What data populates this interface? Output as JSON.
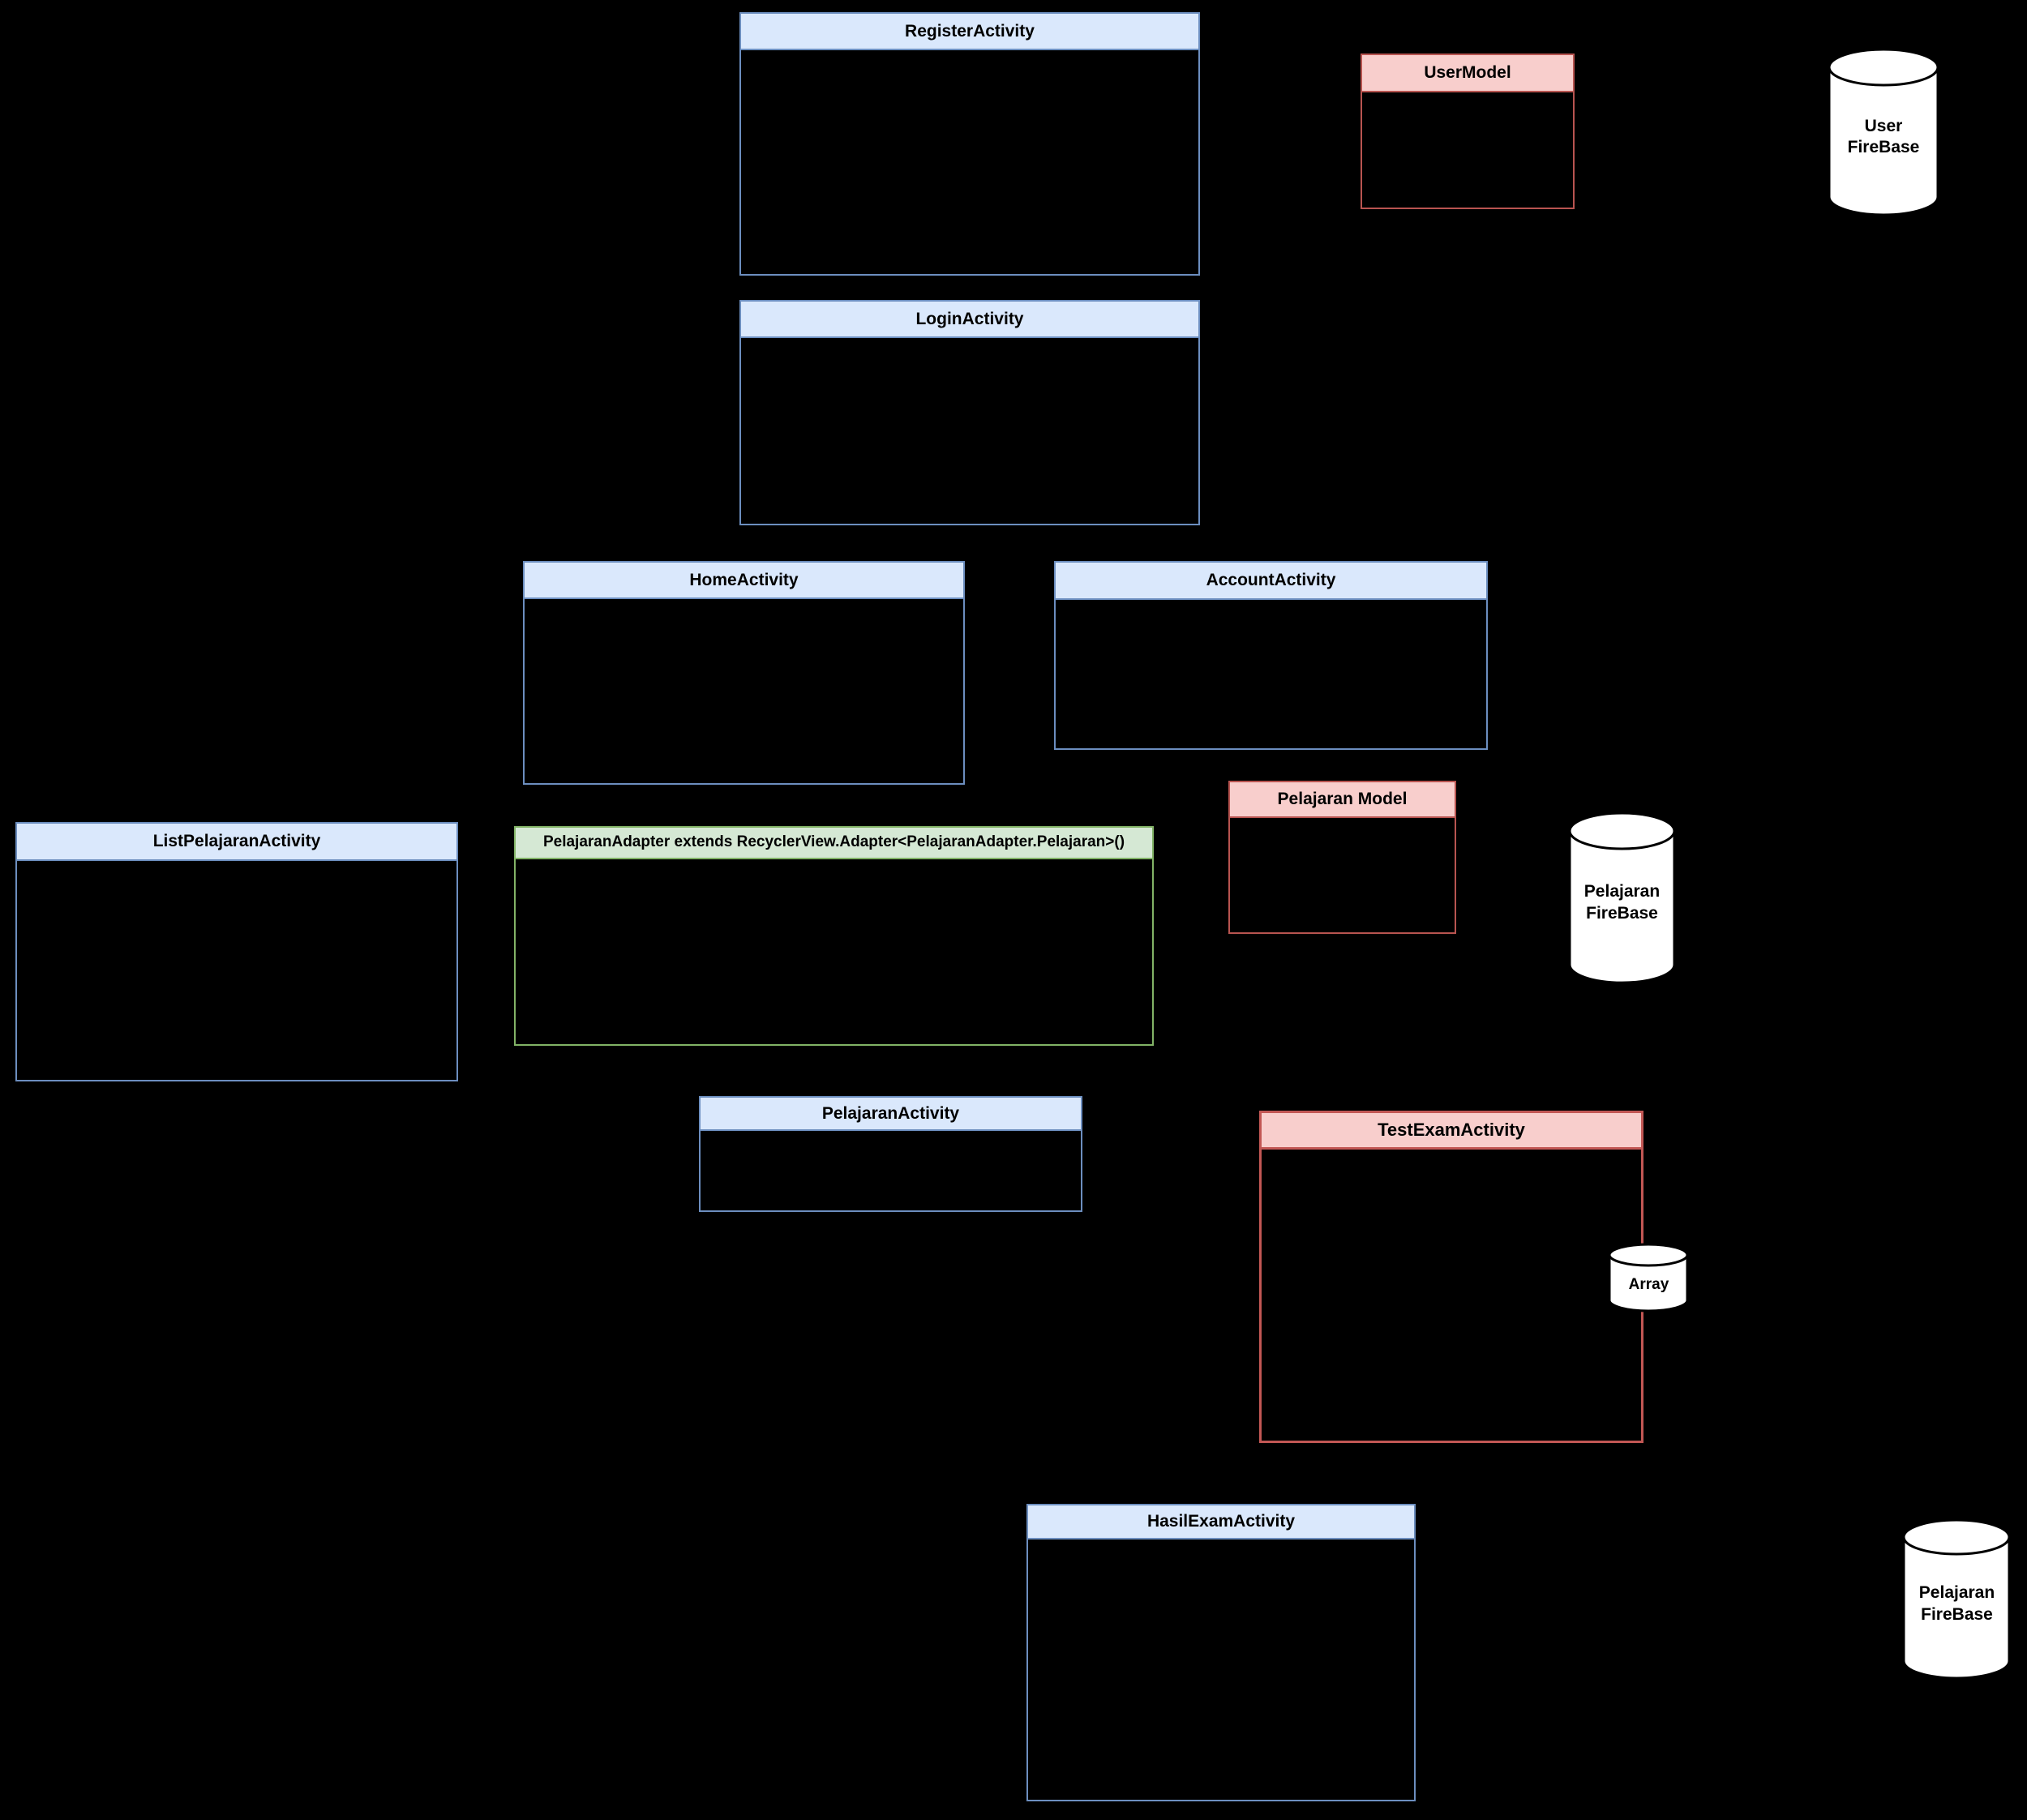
{
  "diagram": {
    "classes": [
      {
        "id": "register-activity",
        "label": "RegisterActivity",
        "kind": "activity"
      },
      {
        "id": "user-model",
        "label": "UserModel",
        "kind": "model"
      },
      {
        "id": "login-activity",
        "label": "LoginActivity",
        "kind": "activity"
      },
      {
        "id": "home-activity",
        "label": "HomeActivity",
        "kind": "activity"
      },
      {
        "id": "account-activity",
        "label": "AccountActivity",
        "kind": "activity"
      },
      {
        "id": "pelajaran-model",
        "label": "Pelajaran Model",
        "kind": "model"
      },
      {
        "id": "list-pelajaran-activity",
        "label": "ListPelajaranActivity",
        "kind": "activity"
      },
      {
        "id": "pelajaran-adapter",
        "label": "PelajaranAdapter extends RecyclerView.Adapter<PelajaranAdapter.Pelajaran>()",
        "kind": "adapter"
      },
      {
        "id": "pelajaran-activity",
        "label": "PelajaranActivity",
        "kind": "activity"
      },
      {
        "id": "test-exam-activity",
        "label": "TestExamActivity",
        "kind": "exam"
      },
      {
        "id": "hasil-exam-activity",
        "label": "HasilExamActivity",
        "kind": "activity"
      }
    ],
    "databases": [
      {
        "id": "user-firebase",
        "label": "User\nFireBase"
      },
      {
        "id": "pelajaran-firebase",
        "label": "Pelajaran\nFireBase"
      },
      {
        "id": "array",
        "label": "Array"
      },
      {
        "id": "pelajaran-firebase-2",
        "label": "Pelajaran\nFireBase"
      }
    ],
    "colors": {
      "background": "#000000",
      "activity_header_fill": "#dae8fc",
      "activity_border": "#6c8ebf",
      "model_header_fill": "#f8cecc",
      "model_border": "#b85450",
      "exam_border": "#c25754",
      "adapter_header_fill": "#d5e8d4",
      "adapter_border": "#82b366",
      "cylinder_fill": "#ffffff",
      "cylinder_stroke": "#000000",
      "title_text": "#000000"
    }
  }
}
